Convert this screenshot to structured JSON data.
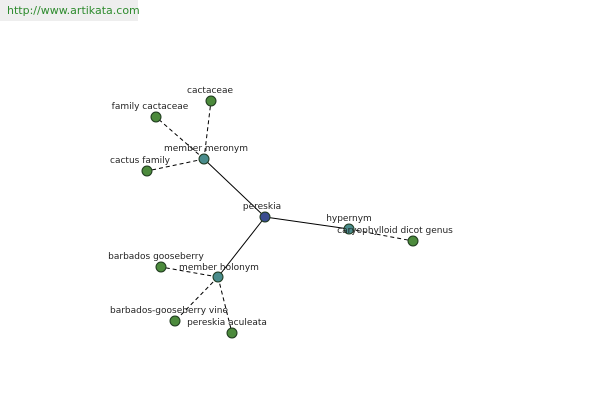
{
  "source": {
    "url": "http://www.artikata.com"
  },
  "graph": {
    "root": {
      "id": "pereskia",
      "label": "pereskia"
    },
    "relations": [
      {
        "id": "member-meronym",
        "label": "member meronym"
      },
      {
        "id": "hypernym",
        "label": "hypernym"
      },
      {
        "id": "member-holonym",
        "label": "member holonym"
      }
    ],
    "leaves": [
      {
        "id": "cactaceae",
        "label": "cactaceae",
        "relation": "member-meronym"
      },
      {
        "id": "family-cactaceae",
        "label": "family cactaceae",
        "relation": "member-meronym"
      },
      {
        "id": "cactus-family",
        "label": "cactus family",
        "relation": "member-meronym"
      },
      {
        "id": "caryophylloid-dicot-genus",
        "label": "caryophylloid dicot genus",
        "relation": "hypernym"
      },
      {
        "id": "barbados-gooseberry",
        "label": "barbados gooseberry",
        "relation": "member-holonym"
      },
      {
        "id": "barbados-gooseberry-vine",
        "label": "barbados-gooseberry vine",
        "relation": "member-holonym"
      },
      {
        "id": "pereskia-aculeata",
        "label": "pereskia aculeata",
        "relation": "member-holonym"
      }
    ]
  },
  "colors": {
    "root_node": "#3a4d8f",
    "relation_node": "#4a8c8c",
    "leaf_node": "#4c8a3c",
    "source_text": "#2e8b2e"
  }
}
